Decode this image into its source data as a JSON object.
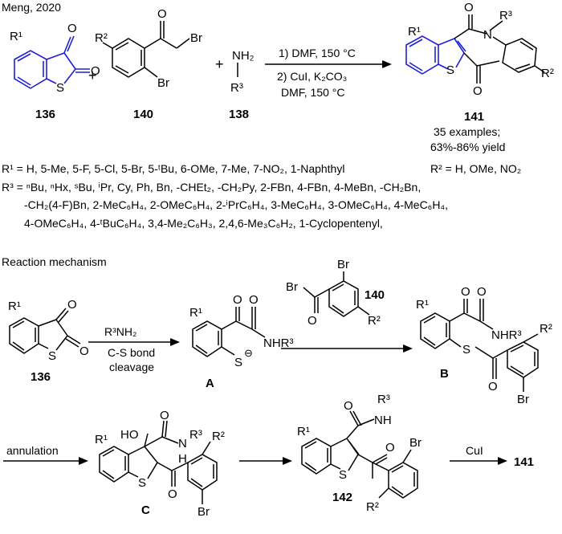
{
  "header": {
    "citation": "Meng, 2020"
  },
  "scheme": {
    "plus": "+",
    "compound_136": "136",
    "compound_140": "140",
    "compound_138": "138",
    "compound_141": "141",
    "condition_1": "1) DMF, 150 °C",
    "condition_2": "2) CuI, K₂CO₃",
    "condition_3": "DMF, 150 °C",
    "examples": "35 examples;",
    "yield": "63%-86% yield",
    "atom_O": "O",
    "atom_S": "S",
    "atom_Br": "Br",
    "atom_N": "N",
    "NH2": "NH₂",
    "R1": "R¹",
    "R2": "R²",
    "R3": "R³"
  },
  "substituents": {
    "r1_line": "R¹ = H, 5-Me, 5-F, 5-Cl, 5-Br, 5-ᵗBu, 6-OMe, 7-Me, 7-NO₂, 1-Naphthyl",
    "r2_line": "R² = H, OMe, NO₂",
    "r3_line1": "R³ = ⁿBu, ⁿHx, ˢBu, ⁱPr, Cy, Ph, Bn, -CHEt₂, -CH₂Py, 2-FBn, 4-FBn, 4-MeBn, -CH₂Bn,",
    "r3_line2": "-CH₂(4-F)Bn, 2-MeC₆H₄, 2-OMeC₆H₄, 2-ⁱPrC₆H₄, 3-MeC₆H₄, 3-OMeC₆H₄, 4-MeC₆H₄,",
    "r3_line3": "4-OMeC₆H₄, 4-ᵗBuC₆H₄, 3,4-Me₂C₆H₃, 2,4,6-Me₃C₆H₂, 1-Cyclopentenyl,"
  },
  "mechanism": {
    "title": "Reaction mechanism",
    "reagent_1": "R³NH₂",
    "cleavage_1": "C-S bond",
    "cleavage_2": "cleavage",
    "intermediate_A": "A",
    "intermediate_B": "B",
    "intermediate_C": "C",
    "compound_142": "142",
    "compound_140": "140",
    "compound_141": "141",
    "annulation": "annulation",
    "cui": "CuI",
    "NHR3": "NHR³",
    "HO": "HO",
    "NH": "NH",
    "N": "N",
    "H": "H",
    "S_minus": "⊖"
  }
}
